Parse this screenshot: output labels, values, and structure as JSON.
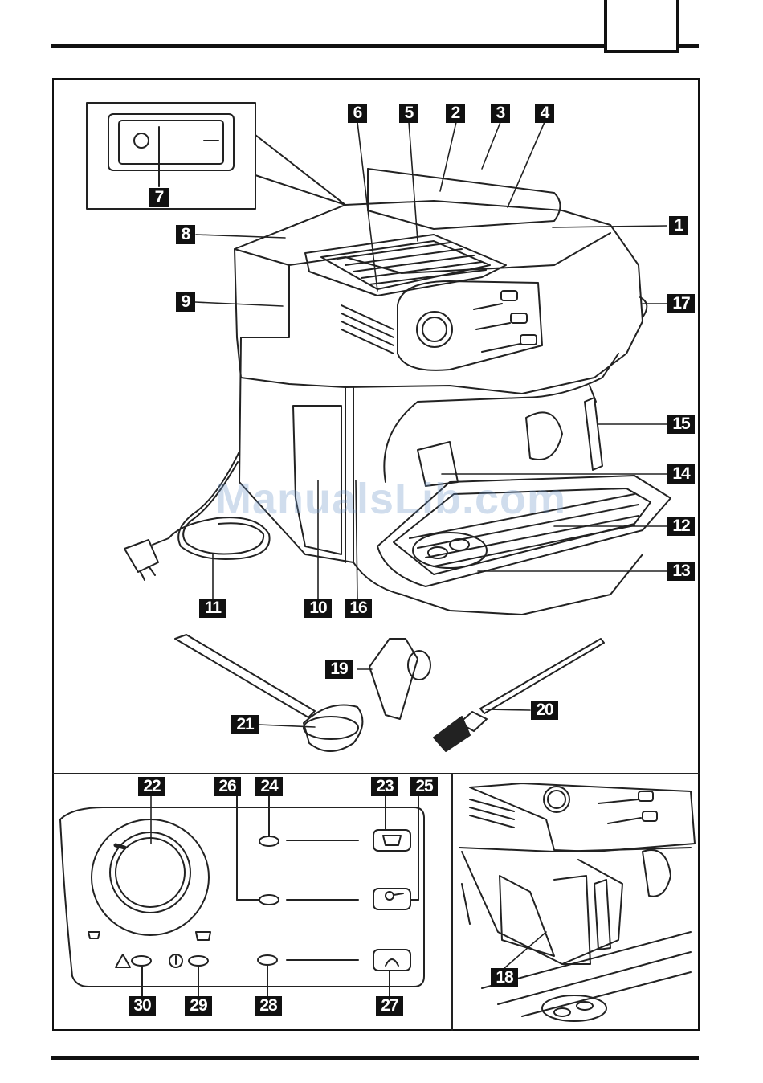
{
  "watermark": "ManualsLib.com",
  "callouts": {
    "n1": "1",
    "n2": "2",
    "n3": "3",
    "n4": "4",
    "n5": "5",
    "n6": "6",
    "n7": "7",
    "n8": "8",
    "n9": "9",
    "n10": "10",
    "n11": "11",
    "n12": "12",
    "n13": "13",
    "n14": "14",
    "n15": "15",
    "n16": "16",
    "n17": "17",
    "n18": "18",
    "n19": "19",
    "n20": "20",
    "n21": "21",
    "n22": "22",
    "n23": "23",
    "n24": "24",
    "n25": "25",
    "n26": "26",
    "n27": "27",
    "n28": "28",
    "n29": "29",
    "n30": "30"
  },
  "colors": {
    "ink": "#111111",
    "paper": "#ffffff",
    "watermark": "#6e96c8"
  }
}
